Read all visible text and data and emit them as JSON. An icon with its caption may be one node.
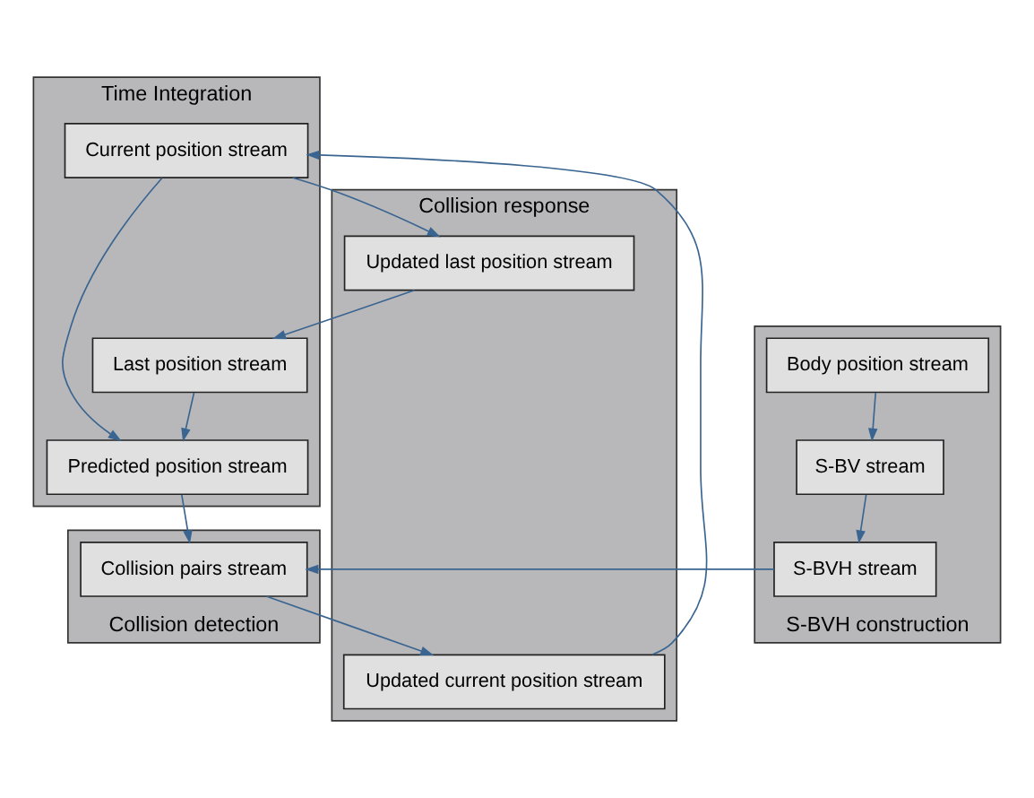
{
  "diagram": {
    "nodes": [
      {
        "text": [
          "Time Integration"
        ]
      },
      {
        "text": [
          "Current position stream"
        ],
        "in": 0
      },
      {
        "text": [
          "Last position stream"
        ],
        "in": 0
      },
      {
        "text": [
          "Predicted position stream"
        ],
        "in": 0
      },
      {
        "text": [
          "Collision response"
        ]
      },
      {
        "text": [
          "Updated current position stream"
        ],
        "in": 4
      },
      {
        "text": [
          "Updated last position stream"
        ],
        "in": 4
      },
      {
        "text": [
          "Collision detection"
        ]
      },
      {
        "text": [
          "Collision pairs stream"
        ],
        "in": 7
      },
      {
        "text": [
          "S-BVH construction"
        ]
      },
      {
        "text": [
          "S-BVH stream"
        ],
        "in": 9
      },
      {
        "text": [
          "S-BV stream"
        ],
        "in": 9
      },
      {
        "text": [
          "Body position stream"
        ],
        "in": 9
      }
    ],
    "edges": [
      {
        "from": 1,
        "to": 6,
        "arrow": "to"
      },
      {
        "from": 5,
        "to": 1,
        "arrow": "to"
      },
      {
        "from": 1,
        "to": 3,
        "arrow": "to"
      },
      {
        "from": 2,
        "to": 3,
        "arrow": "to"
      },
      {
        "from": 6,
        "to": 2,
        "arrow": "to"
      },
      {
        "from": 3,
        "to": 8,
        "arrow": "to"
      },
      {
        "from": 8,
        "to": 5,
        "arrow": "to"
      },
      {
        "from": 10,
        "to": 8,
        "arrow": "to"
      },
      {
        "from": 12,
        "to": 11,
        "arrow": "to"
      },
      {
        "from": 11,
        "to": 10,
        "arrow": "to"
      }
    ]
  }
}
